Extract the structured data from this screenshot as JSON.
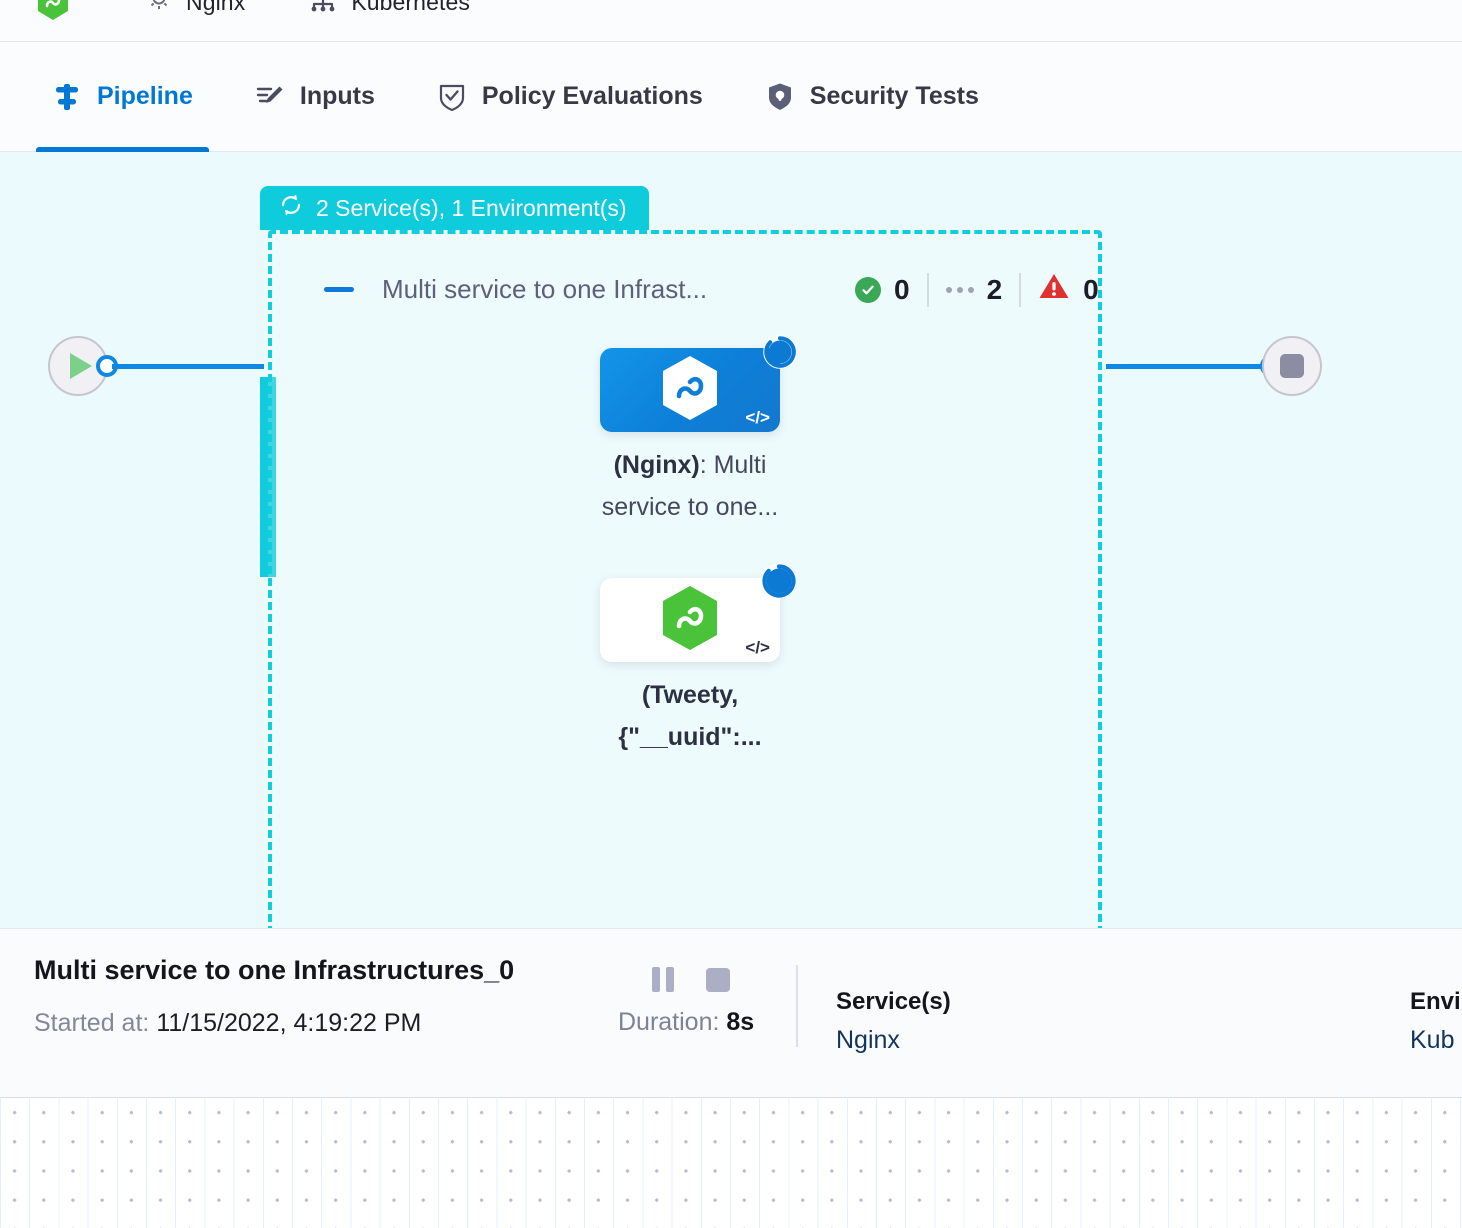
{
  "breadcrumb": {
    "items": [
      {
        "icon": "hexagon-green-icon",
        "label": ""
      },
      {
        "icon": "gear-icon",
        "label": "Nginx"
      },
      {
        "icon": "kubernetes-icon",
        "label": "Kubernetes"
      }
    ]
  },
  "tabs": [
    {
      "id": "pipeline",
      "label": "Pipeline",
      "icon": "pipeline-icon",
      "active": true
    },
    {
      "id": "inputs",
      "label": "Inputs",
      "icon": "inputs-pencil-icon",
      "active": false
    },
    {
      "id": "policy-evaluations",
      "label": "Policy Evaluations",
      "icon": "policy-shield-check-icon",
      "active": false
    },
    {
      "id": "security-tests",
      "label": "Security Tests",
      "icon": "security-shield-icon",
      "active": false
    }
  ],
  "canvas": {
    "group": {
      "badge_text": "2 Service(s), 1 Environment(s)",
      "badge_icon": "loop-repeat-icon",
      "badge_color": "#0fccdc",
      "title": "Multi service to one Infrast...",
      "collapse_icon": "minus-icon",
      "status": {
        "success_label": "0",
        "running_label": "2",
        "error_label": "0",
        "success_color": "#3aa856",
        "error_color": "#e03131"
      }
    },
    "start_node": {
      "icon": "play-icon",
      "name": "start-node"
    },
    "end_node": {
      "icon": "stop-icon",
      "name": "end-node"
    },
    "nodes": [
      {
        "id": "nginx-node",
        "state": "selected",
        "icon": "harness-hexagon-icon",
        "icon_color": "#ffffff",
        "code_badge": "</>",
        "status_badge": "running-spinner-icon",
        "label_bold": "(Nginx)",
        "label_rest": ": Multi",
        "label_line2": "service to one...",
        "all_bold": false
      },
      {
        "id": "tweety-node",
        "state": "default",
        "icon": "harness-hexagon-icon",
        "icon_color": "#4ac33a",
        "code_badge": "</>",
        "status_badge": "running-spinner-icon",
        "label_bold": "(Tweety,",
        "label_rest": "",
        "label_line2": "{\"__uuid\":...",
        "all_bold": true
      }
    ]
  },
  "detail": {
    "title": "Multi service to one Infrastructures_0",
    "started_label": "Started at:",
    "started_value": "11/15/2022, 4:19:22 PM",
    "pause_icon": "pause-icon",
    "stop_icon": "stop-icon",
    "duration_label": "Duration:",
    "duration_value": "8s",
    "services": {
      "heading": "Service(s)",
      "value": "Nginx"
    },
    "environments": {
      "heading": "Envi",
      "value": "Kub"
    }
  }
}
